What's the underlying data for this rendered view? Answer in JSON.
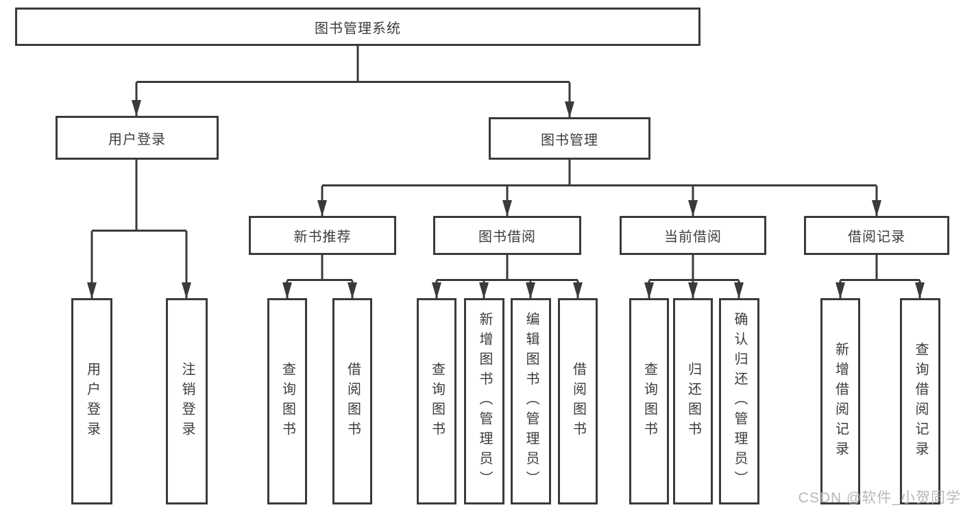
{
  "diagram": {
    "root": {
      "label": "图书管理系统"
    },
    "branches": [
      {
        "label": "用户登录"
      },
      {
        "label": "图书管理"
      }
    ],
    "sections": [
      {
        "label": "新书推荐"
      },
      {
        "label": "图书借阅"
      },
      {
        "label": "当前借阅"
      },
      {
        "label": "借阅记录"
      }
    ],
    "leaves": [
      {
        "label": "用户登录"
      },
      {
        "label": "注销登录"
      },
      {
        "label": "查询图书"
      },
      {
        "label": "借阅图书"
      },
      {
        "label": "查询图书"
      },
      {
        "label": "新增图书（管理员）"
      },
      {
        "label": "编辑图书（管理员）"
      },
      {
        "label": "借阅图书"
      },
      {
        "label": "查询图书"
      },
      {
        "label": "归还图书"
      },
      {
        "label": "确认归还（管理员）"
      },
      {
        "label": "新增借阅记录"
      },
      {
        "label": "查询借阅记录"
      }
    ],
    "watermark": "CSDN @软件_小贺同学",
    "colors": {
      "line": "#3a3a3a",
      "text": "#3c3c3c",
      "watermark": "#b0b0b0"
    }
  }
}
